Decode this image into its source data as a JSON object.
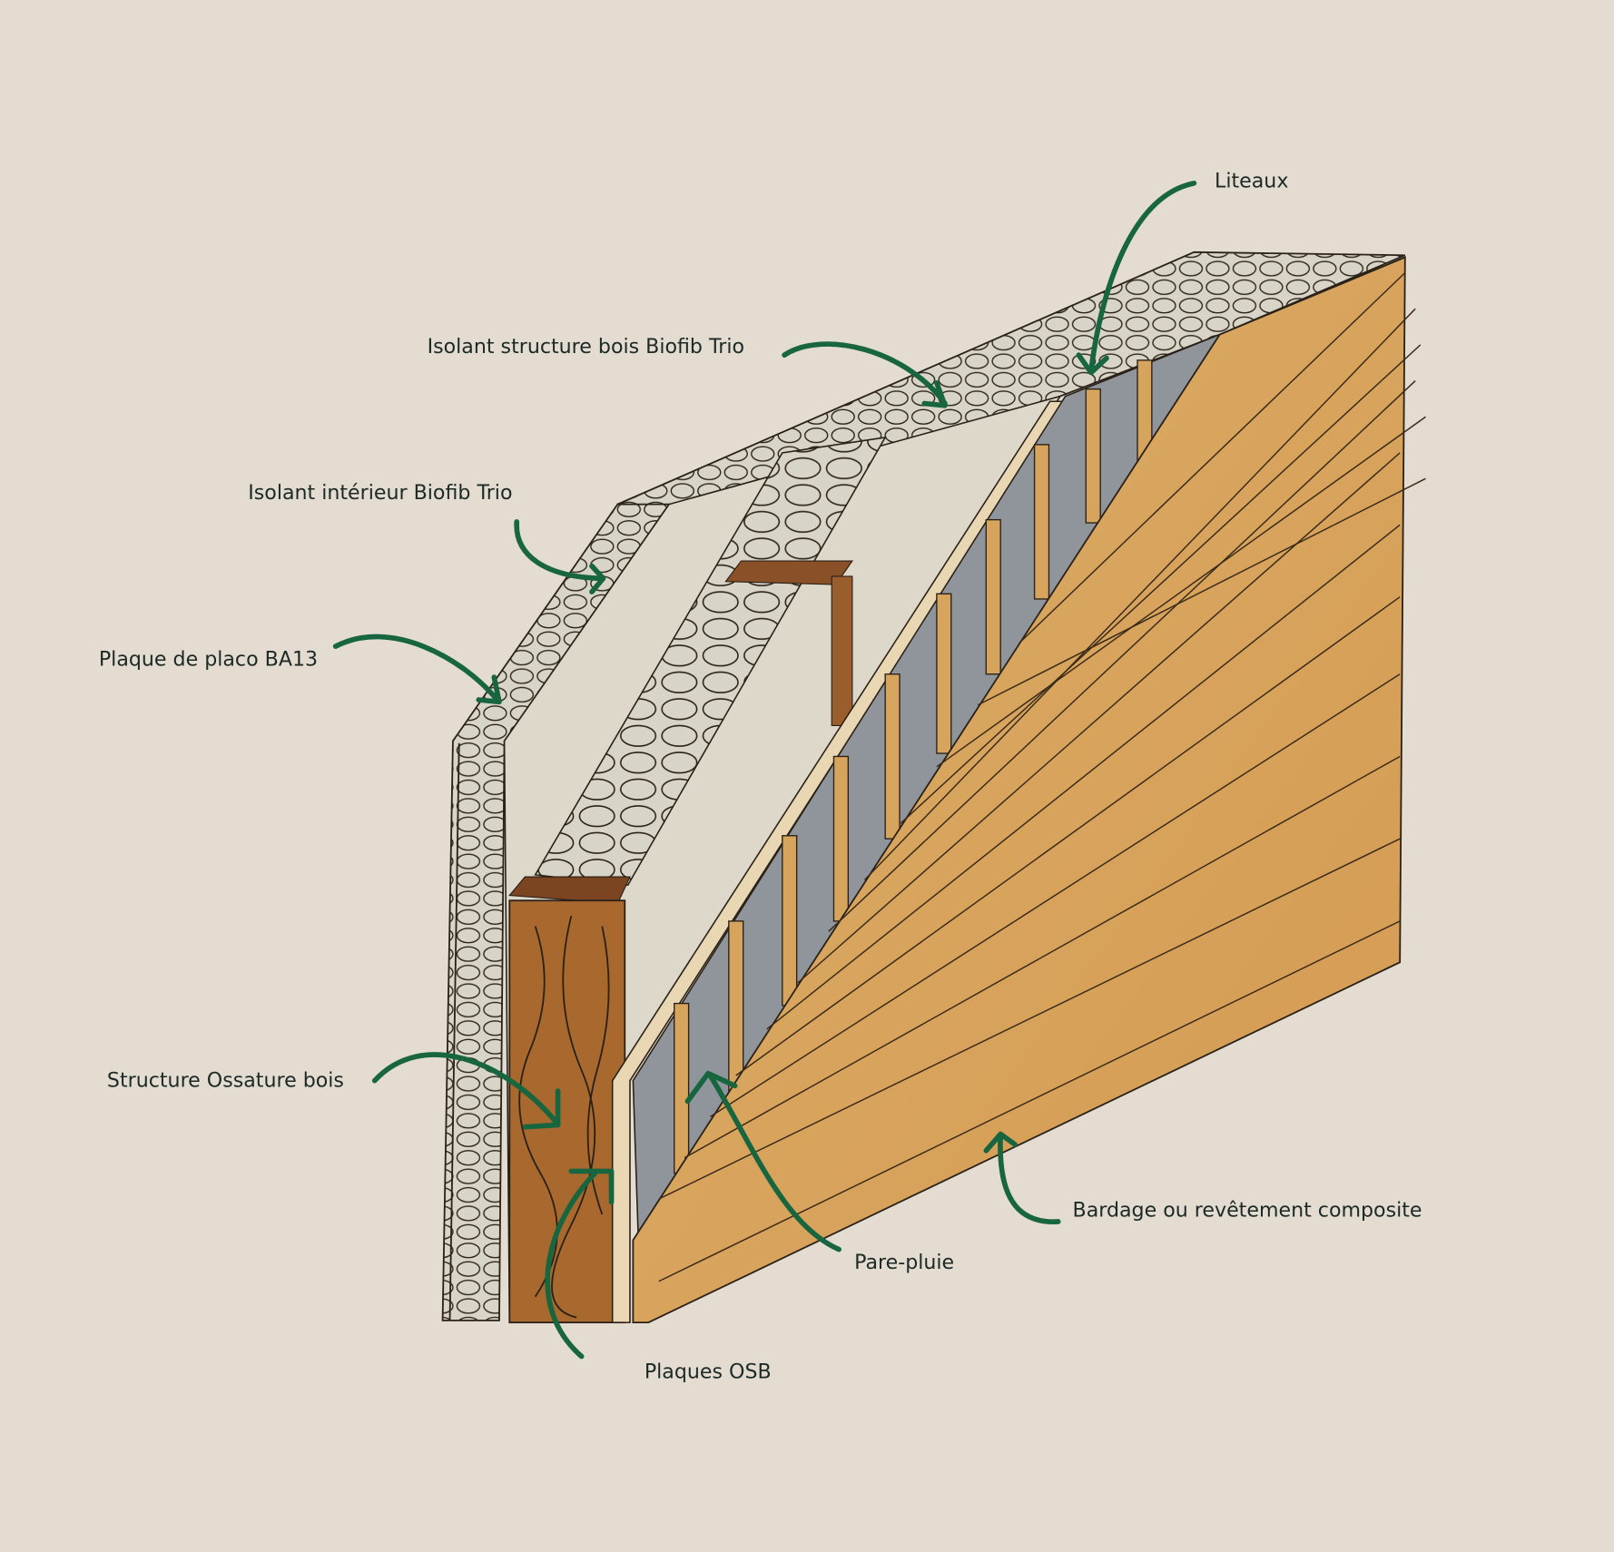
{
  "title": "Coupe de mur ossature bois",
  "labels": {
    "liteaux": "Liteaux",
    "isolant_structure": "Isolant structure bois Biofib Trio",
    "isolant_interieur": "Isolant intérieur Biofib Trio",
    "placo": "Plaque de placo BA13",
    "ossature": "Structure Ossature bois",
    "osb": "Plaques OSB",
    "pare_pluie": "Pare-pluie",
    "bardage": "Bardage ou revêtement composite"
  },
  "colors": {
    "background": "#e4dbd1",
    "arrow": "#17663f",
    "cladding": "#d9a55e",
    "wood": "#a8682e",
    "insulation": "#d8d3c6",
    "membrane": "#8f959b"
  }
}
